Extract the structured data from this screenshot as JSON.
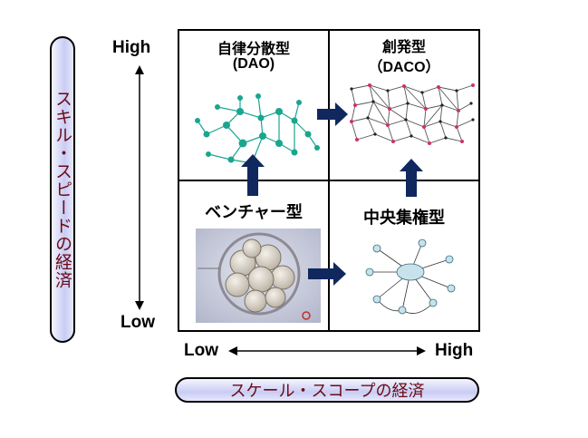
{
  "y_axis": {
    "label": "スキル・スピードの経済",
    "high": "High",
    "low": "Low"
  },
  "x_axis": {
    "label": "スケール・スコープの経済",
    "high": "High",
    "low": "Low"
  },
  "quadrants": {
    "top_left": {
      "title": "自律分散型",
      "subtitle": "(DAO)"
    },
    "top_right": {
      "title": "創発型",
      "subtitle": "（DACO）"
    },
    "bottom_left": {
      "title": "ベンチャー型"
    },
    "bottom_right": {
      "title": "中央集権型"
    }
  },
  "colors": {
    "arrow": "#10285e",
    "node_teal": "#1aa58f",
    "pill_text": "#6b0a16",
    "pill_fill": "#c9ccf4"
  }
}
